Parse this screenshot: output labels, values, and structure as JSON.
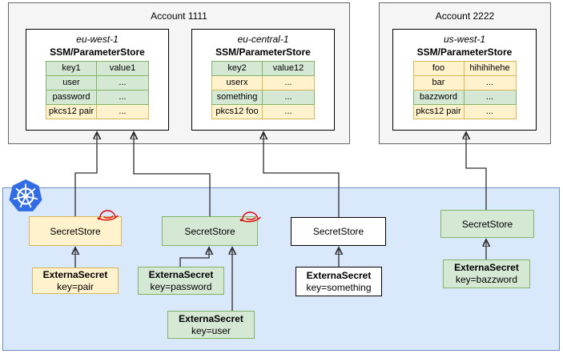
{
  "accounts": [
    {
      "title": "Account 1111",
      "regions": [
        {
          "name": "eu-west-1",
          "store_title": "SSM/ParameterStore",
          "rows": [
            {
              "key": "key1",
              "value": "value1",
              "color": "green"
            },
            {
              "key": "user",
              "value": "...",
              "color": "green"
            },
            {
              "key": "password",
              "value": "...",
              "color": "green"
            },
            {
              "key": "pkcs12 pair",
              "value": "...",
              "color": "yellow"
            }
          ]
        },
        {
          "name": "eu-central-1",
          "store_title": "SSM/ParameterStore",
          "rows": [
            {
              "key": "key2",
              "value": "value12",
              "color": "green"
            },
            {
              "key": "userx",
              "value": "...",
              "color": "yellow"
            },
            {
              "key": "something",
              "value": "...",
              "color": "green"
            },
            {
              "key": "pkcs12 foo",
              "value": "...",
              "color": "yellow"
            }
          ]
        }
      ]
    },
    {
      "title": "Account 2222",
      "regions": [
        {
          "name": "us-west-1",
          "store_title": "SSM/ParameterStore",
          "rows": [
            {
              "key": "foo",
              "value": "hihihihehe",
              "color": "yellow"
            },
            {
              "key": "bar",
              "value": "...",
              "color": "yellow"
            },
            {
              "key": "bazzword",
              "value": "...",
              "color": "green"
            },
            {
              "key": "pkcs12 pair",
              "value": "...",
              "color": "yellow"
            }
          ]
        }
      ]
    }
  ],
  "cluster": {
    "icon": "kubernetes-icon",
    "secret_stores": [
      {
        "label": "SecretStore",
        "color": "yellow",
        "redhat_icon": true
      },
      {
        "label": "SecretStore",
        "color": "green",
        "redhat_icon": true
      },
      {
        "label": "SecretStore",
        "color": "white",
        "redhat_icon": false
      },
      {
        "label": "SecretStore",
        "color": "green",
        "redhat_icon": false
      }
    ],
    "external_secrets": [
      {
        "name": "ExternaSecret",
        "key": "key=pair",
        "color": "yellow"
      },
      {
        "name": "ExternaSecret",
        "key": "key=password",
        "color": "green"
      },
      {
        "name": "ExternaSecret",
        "key": "key=user",
        "color": "green"
      },
      {
        "name": "ExternaSecret",
        "key": "key=something",
        "color": "white"
      },
      {
        "name": "ExternaSecret",
        "key": "key=bazzword",
        "color": "green"
      }
    ]
  },
  "colors": {
    "green_fill": "#d5e8d4",
    "green_border": "#82b366",
    "yellow_fill": "#fff2cc",
    "yellow_border": "#d6b656",
    "cluster_fill": "#dae8fc",
    "cluster_border": "#6c8ebf",
    "account_fill": "#f5f5f5",
    "kubernetes_blue": "#326ce5",
    "redhat_red": "#e00000",
    "arrow": "#2d2d2d"
  }
}
